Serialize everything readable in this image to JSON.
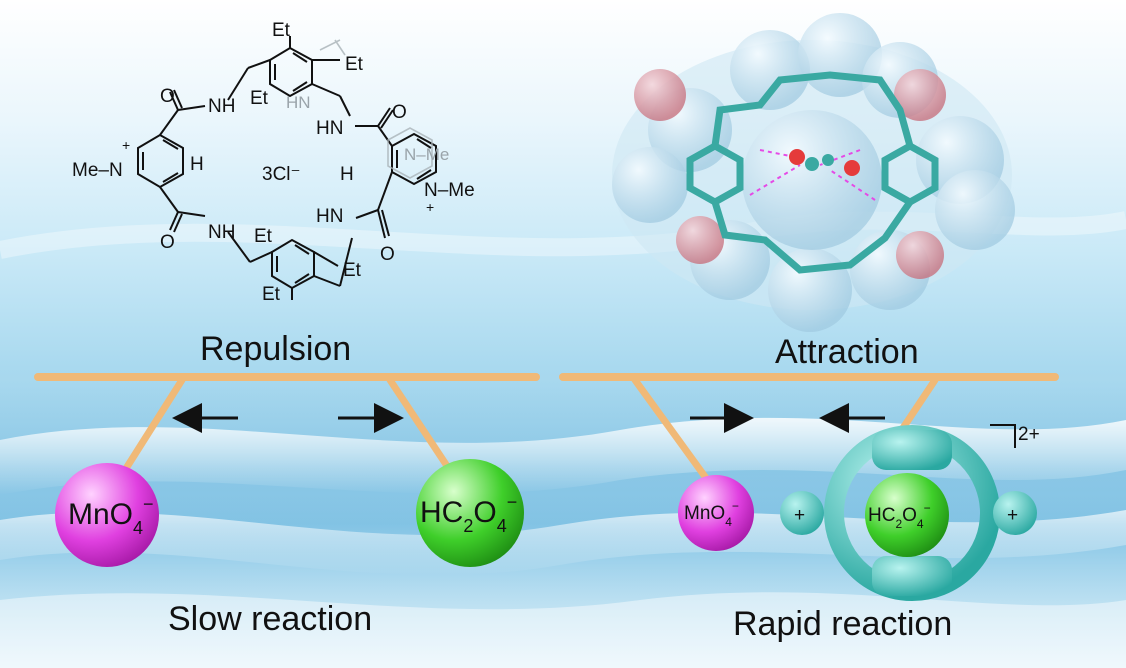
{
  "left_panel": {
    "title": "Repulsion",
    "caption": "Slow reaction",
    "counterion": "3Cl⁻",
    "structure": {
      "me_left": "Me–N",
      "me_right": "N–Me",
      "plus": "+",
      "h": "H",
      "nh": "NH",
      "hn": "HN",
      "o": "O",
      "et": "Et"
    },
    "anion_left": {
      "main": "MnO",
      "sub": "4",
      "sup": "−"
    },
    "anion_right": {
      "main": "HC",
      "sub1": "2",
      "mid": "O",
      "sub2": "4",
      "sup": "−"
    }
  },
  "right_panel": {
    "title": "Attraction",
    "caption": "Rapid reaction",
    "charge": "2+",
    "plus_sign": "+",
    "anion_left": {
      "main": "MnO",
      "sub": "4",
      "sup": "−"
    },
    "anion_center": {
      "main": "HC",
      "sub1": "2",
      "mid": "O",
      "sub2": "4",
      "sup": "−"
    }
  },
  "colors": {
    "mno4": "#e040e0",
    "hc2o4": "#3fcf2a",
    "cage": "#3fc7c0",
    "rod": "#f0b977",
    "arrow": "#111111"
  }
}
